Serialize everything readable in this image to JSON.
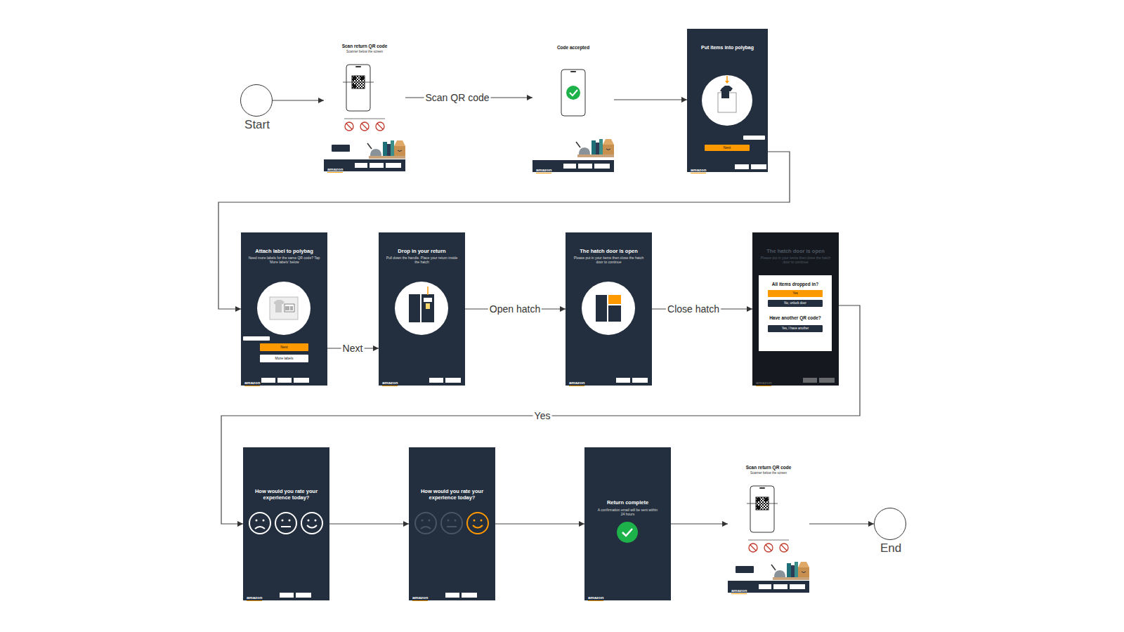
{
  "diagram": {
    "nodes": [
      {
        "text": [
          "Start"
        ]
      },
      {
        "text": [
          "Scan return QR code",
          "Scanner below the screen",
          "amazon"
        ]
      },
      {
        "text": [
          "Code accepted",
          "amazon"
        ]
      },
      {
        "text": [
          "Put items into polybag",
          "Next",
          "amazon"
        ]
      },
      {
        "text": [
          "Attach label to polybag",
          "Need more labels for the same QR code? Tap 'More labels' below",
          "Next",
          "More labels",
          "amazon"
        ]
      },
      {
        "text": [
          "Drop in your return",
          "Pull down the handle. Place your return inside the hatch",
          "amazon"
        ]
      },
      {
        "text": [
          "The hatch door is open",
          "Please put in your items then close the hatch door to continue",
          "amazon"
        ]
      },
      {
        "text": [
          "The hatch door is open",
          "Please put in your items then close the hatch door to continue",
          "amazon"
        ]
      },
      {
        "text": [
          "All items dropped in?",
          "Yes",
          "No, unlock door",
          "Have another QR code?",
          "Yes, I have another"
        ],
        "in": 7
      },
      {
        "text": [
          "How would you rate your experience today?",
          "amazon"
        ]
      },
      {
        "text": [
          "How would you rate your experience today?",
          "amazon"
        ]
      },
      {
        "text": [
          "Return complete",
          "A confirmation email will be sent within 24 hours",
          "amazon"
        ]
      },
      {
        "text": [
          "Scan return QR code",
          "Scanner below the screen",
          "amazon"
        ]
      },
      {
        "text": [
          "End"
        ]
      }
    ],
    "edges": [
      {
        "from": 0,
        "to": 1,
        "arrow": "to"
      },
      {
        "from": 1,
        "to": 2,
        "label": "Scan QR code",
        "arrow": "to"
      },
      {
        "from": 2,
        "to": 3,
        "arrow": "to"
      },
      {
        "from": 3,
        "to": 4,
        "arrow": "to"
      },
      {
        "from": 4,
        "to": 5,
        "label": "Next",
        "arrow": "to"
      },
      {
        "from": 5,
        "to": 6,
        "label": "Open hatch",
        "arrow": "to"
      },
      {
        "from": 6,
        "to": 7,
        "label": "Close hatch",
        "arrow": "to"
      },
      {
        "from": 7,
        "to": 9,
        "label": "Yes",
        "arrow": "to"
      },
      {
        "from": 9,
        "to": 10,
        "arrow": "to"
      },
      {
        "from": 10,
        "to": 11,
        "arrow": "to"
      },
      {
        "from": 11,
        "to": 12,
        "arrow": "to"
      },
      {
        "from": 12,
        "to": 13,
        "arrow": "to"
      }
    ]
  }
}
